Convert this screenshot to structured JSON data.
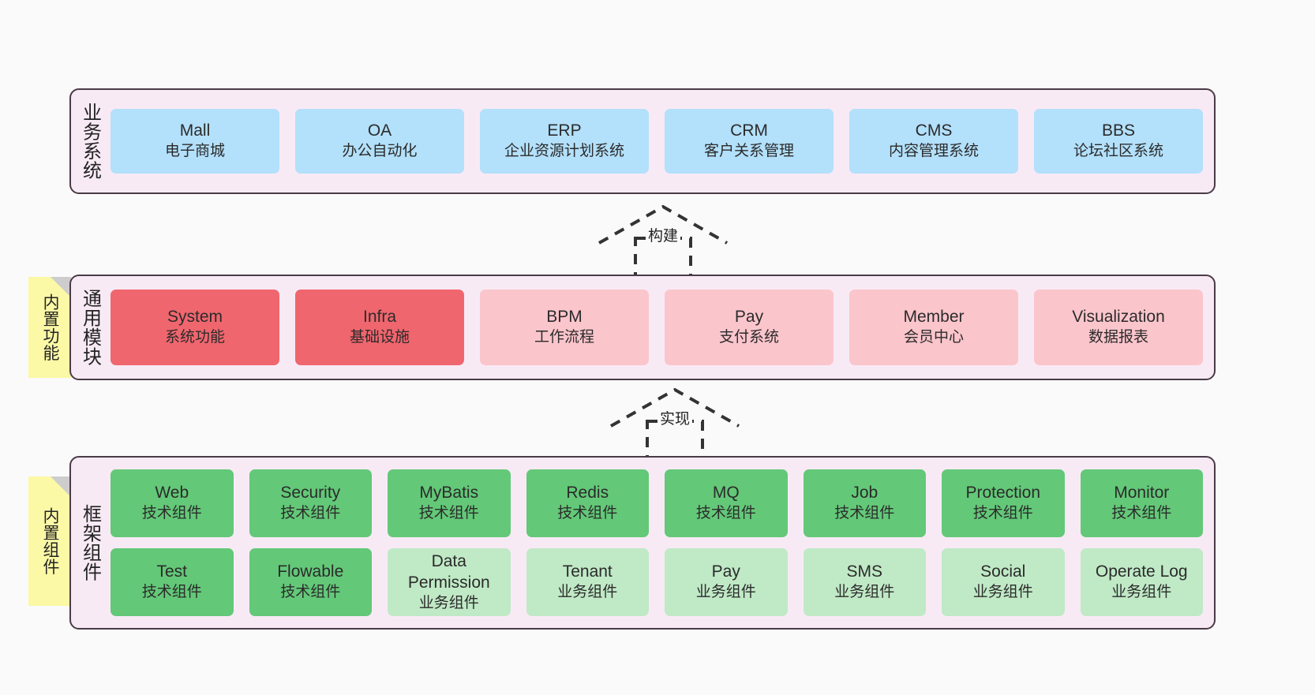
{
  "diagram": {
    "title": "system-architecture-layers",
    "background_color": "#fafafa",
    "band_fill": "#f8eaf5",
    "band_border": "#4a3b47",
    "note_fill": "#fbf8a6"
  },
  "notes": [
    {
      "id": "builtin-function",
      "label": "内置功能"
    },
    {
      "id": "builtin-component",
      "label": "内置组件"
    }
  ],
  "connectors": [
    {
      "id": "build",
      "label": "构建"
    },
    {
      "id": "implement",
      "label": "实现"
    }
  ],
  "bands": [
    {
      "id": "business",
      "title": "业务系统",
      "rows": [
        {
          "cells": [
            {
              "name": "Mall",
              "desc": "电子商城",
              "color": "#b3e0fb"
            },
            {
              "name": "OA",
              "desc": "办公自动化",
              "color": "#b3e0fb"
            },
            {
              "name": "ERP",
              "desc": "企业资源计划系统",
              "color": "#b3e0fb"
            },
            {
              "name": "CRM",
              "desc": "客户关系管理",
              "color": "#b3e0fb"
            },
            {
              "name": "CMS",
              "desc": "内容管理系统",
              "color": "#b3e0fb"
            },
            {
              "name": "BBS",
              "desc": "论坛社区系统",
              "color": "#b3e0fb"
            }
          ]
        }
      ]
    },
    {
      "id": "common",
      "title": "通用模块",
      "rows": [
        {
          "cells": [
            {
              "name": "System",
              "desc": "系统功能",
              "color": "#f0666e"
            },
            {
              "name": "Infra",
              "desc": "基础设施",
              "color": "#f0666e"
            },
            {
              "name": "BPM",
              "desc": "工作流程",
              "color": "#fbc5cc"
            },
            {
              "name": "Pay",
              "desc": "支付系统",
              "color": "#fbc5cc"
            },
            {
              "name": "Member",
              "desc": "会员中心",
              "color": "#fbc5cc"
            },
            {
              "name": "Visualization",
              "desc": "数据报表",
              "color": "#fbc5cc"
            }
          ]
        }
      ]
    },
    {
      "id": "framework",
      "title": "框架组件",
      "rows": [
        {
          "cells": [
            {
              "name": "Web",
              "desc": "技术组件",
              "color": "#63c878"
            },
            {
              "name": "Security",
              "desc": "技术组件",
              "color": "#63c878"
            },
            {
              "name": "MyBatis",
              "desc": "技术组件",
              "color": "#63c878"
            },
            {
              "name": "Redis",
              "desc": "技术组件",
              "color": "#63c878"
            },
            {
              "name": "MQ",
              "desc": "技术组件",
              "color": "#63c878"
            },
            {
              "name": "Job",
              "desc": "技术组件",
              "color": "#63c878"
            },
            {
              "name": "Protection",
              "desc": "技术组件",
              "color": "#63c878"
            },
            {
              "name": "Monitor",
              "desc": "技术组件",
              "color": "#63c878"
            }
          ]
        },
        {
          "cells": [
            {
              "name": "Test",
              "desc": "技术组件",
              "color": "#63c878"
            },
            {
              "name": "Flowable",
              "desc": "技术组件",
              "color": "#63c878"
            },
            {
              "name": "Data",
              "name2": "Permission",
              "desc": "业务组件",
              "color": "#c0e9c6"
            },
            {
              "name": "Tenant",
              "desc": "业务组件",
              "color": "#c0e9c6"
            },
            {
              "name": "Pay",
              "desc": "业务组件",
              "color": "#c0e9c6"
            },
            {
              "name": "SMS",
              "desc": "业务组件",
              "color": "#c0e9c6"
            },
            {
              "name": "Social",
              "desc": "业务组件",
              "color": "#c0e9c6"
            },
            {
              "name": "Operate Log",
              "desc": "业务组件",
              "color": "#c0e9c6"
            }
          ]
        }
      ]
    }
  ]
}
